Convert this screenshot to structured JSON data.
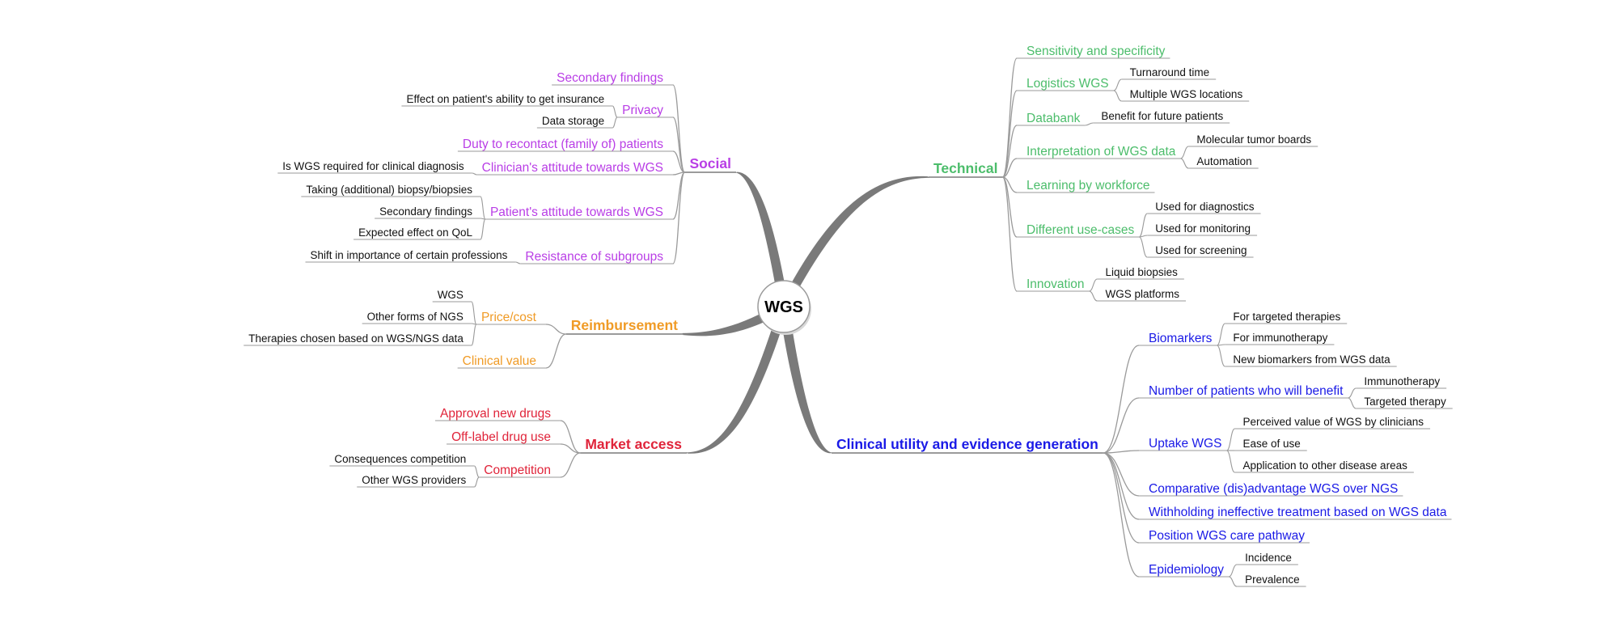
{
  "root": {
    "label": "WGS"
  },
  "colors": {
    "social": "#b93ee6",
    "technical": "#4cbd6b",
    "reimbursement": "#f09b26",
    "market": "#e0243a",
    "clinical": "#1a1ae6",
    "leaf": "#111111",
    "line": "#9a9a9a",
    "branch": "#7a7a7a"
  },
  "branches": {
    "social": {
      "label": "Social",
      "children": [
        {
          "label": "Secondary findings",
          "children": []
        },
        {
          "label": "Privacy",
          "children": [
            "Effect on patient's ability to get insurance",
            "Data storage"
          ]
        },
        {
          "label": "Duty to recontact (family of) patients",
          "children": []
        },
        {
          "label": "Clinician's attitude towards WGS",
          "children": [
            "Is WGS required for clinical diagnosis"
          ]
        },
        {
          "label": "Patient's attitude towards WGS",
          "children": [
            "Taking (additional) biopsy/biopsies",
            "Secondary findings",
            "Expected effect on QoL"
          ]
        },
        {
          "label": "Resistance of subgroups",
          "children": [
            "Shift in importance of certain professions"
          ]
        }
      ]
    },
    "reimbursement": {
      "label": "Reimbursement",
      "children": [
        {
          "label": "Price/cost",
          "children": [
            "WGS",
            "Other forms of NGS",
            "Therapies chosen based on WGS/NGS data"
          ]
        },
        {
          "label": "Clinical value",
          "children": []
        }
      ]
    },
    "market": {
      "label": "Market access",
      "children": [
        {
          "label": "Approval new drugs",
          "children": []
        },
        {
          "label": "Off-label drug use",
          "children": []
        },
        {
          "label": "Competition",
          "children": [
            "Consequences competition",
            "Other WGS providers"
          ]
        }
      ]
    },
    "technical": {
      "label": "Technical",
      "children": [
        {
          "label": "Sensitivity and specificity",
          "children": []
        },
        {
          "label": "Logistics WGS",
          "children": [
            "Turnaround time",
            "Multiple WGS locations"
          ]
        },
        {
          "label": "Databank",
          "children": [
            "Benefit for future patients"
          ]
        },
        {
          "label": "Interpretation of WGS data",
          "children": [
            "Molecular tumor boards",
            "Automation"
          ]
        },
        {
          "label": "Learning by workforce",
          "children": []
        },
        {
          "label": "Different use-cases",
          "children": [
            "Used for diagnostics",
            "Used for monitoring",
            "Used for screening"
          ]
        },
        {
          "label": "Innovation",
          "children": [
            "Liquid biopsies",
            "WGS platforms"
          ]
        }
      ]
    },
    "clinical": {
      "label": "Clinical utility and evidence generation",
      "children": [
        {
          "label": "Biomarkers",
          "children": [
            "For targeted therapies",
            "For immunotherapy",
            "New biomarkers from WGS data"
          ]
        },
        {
          "label": "Number of patients who will benefit",
          "children": [
            "Immunotherapy",
            "Targeted therapy"
          ]
        },
        {
          "label": "Uptake WGS",
          "children": [
            "Perceived value of WGS by clinicians",
            "Ease of use",
            "Application to other disease areas"
          ]
        },
        {
          "label": "Comparative (dis)advantage WGS over NGS",
          "children": []
        },
        {
          "label": "Withholding ineffective treatment based on WGS data",
          "children": []
        },
        {
          "label": "Position WGS care pathway",
          "children": []
        },
        {
          "label": "Epidemiology",
          "children": [
            "Incidence",
            "Prevalence"
          ]
        }
      ]
    }
  }
}
